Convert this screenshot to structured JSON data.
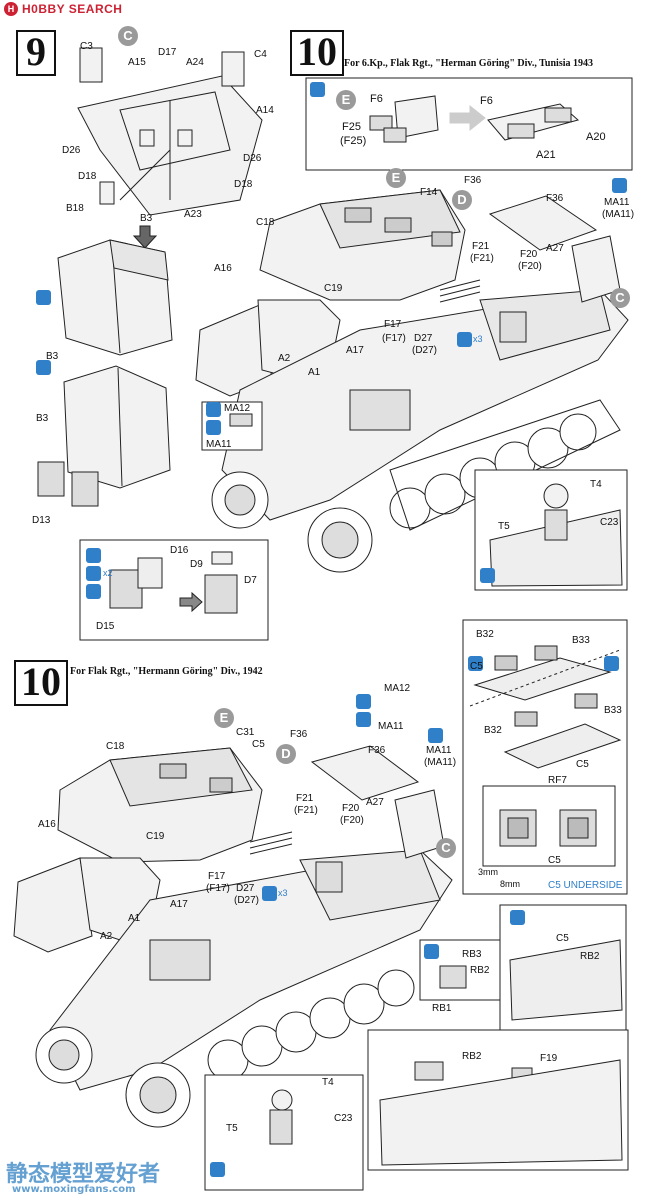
{
  "logo": {
    "text": "H0BBY SEARCH"
  },
  "watermark": {
    "name": "静态模型爱好者",
    "url": "www.moxingfans.com"
  },
  "step9": {
    "number": "9",
    "badge": "C",
    "icons": [
      "shield-icon",
      "paint-icon",
      "sticker-icon"
    ]
  },
  "step10a": {
    "number": "10",
    "note": "For 6.Kp., Flak Rgt., \"Herman Göring\" Div., Tunisia 1943"
  },
  "step10b": {
    "number": "10",
    "note": "For Flak Rgt., \"Hermann Göring\" Div., 1942"
  },
  "counts": {
    "x2": "x2",
    "x3": "x3",
    "x3b": "x3"
  },
  "caption": {
    "c5_underside": "C5 UNDERSIDE",
    "dim_3mm": "3mm",
    "dim_8mm": "8mm"
  },
  "badges": {
    "e1": "E",
    "e2": "E",
    "d1": "D",
    "d2": "D",
    "c1": "C",
    "c2": "C",
    "e3": "E"
  },
  "parts": {
    "s9": [
      "C3",
      "C",
      "D17",
      "A15",
      "A24",
      "C4",
      "A14",
      "D26",
      "D26",
      "D18",
      "D18",
      "B18",
      "B3",
      "A23",
      "B3",
      "B3",
      "D13"
    ],
    "inset_e": [
      "F6",
      "F25",
      "(F25)",
      "F6",
      "A20",
      "A21"
    ],
    "hull_top": [
      "F14",
      "C18",
      "A16",
      "C19",
      "A2",
      "A1",
      "A17",
      "F17",
      "(F17)",
      "D27",
      "(D27)",
      "MA12",
      "MA11",
      "F36",
      "F21",
      "(F21)",
      "F20",
      "(F20)",
      "F36",
      "A27",
      "MA11",
      "(MA11)"
    ],
    "jerry": [
      "D16",
      "D9",
      "D7",
      "D15"
    ],
    "t_inset": [
      "T4",
      "T5",
      "C23"
    ],
    "hull_bot": [
      "C18",
      "C31",
      "C5",
      "A16",
      "C19",
      "A2",
      "A1",
      "A17",
      "F17",
      "(F17)",
      "D27",
      "(D27)",
      "F36",
      "F21",
      "(F21)",
      "F20",
      "(F20)",
      "A27",
      "F36",
      "MA12",
      "MA11",
      "MA11",
      "(MA11)"
    ],
    "c5_panel": [
      "B32",
      "B33",
      "C5",
      "B33",
      "B32",
      "RF7",
      "C5",
      "C5"
    ],
    "rb": [
      "RB3",
      "RB2",
      "RB1",
      "C5",
      "RB2",
      "F19",
      "RB2",
      "T4",
      "T5",
      "C23"
    ]
  }
}
